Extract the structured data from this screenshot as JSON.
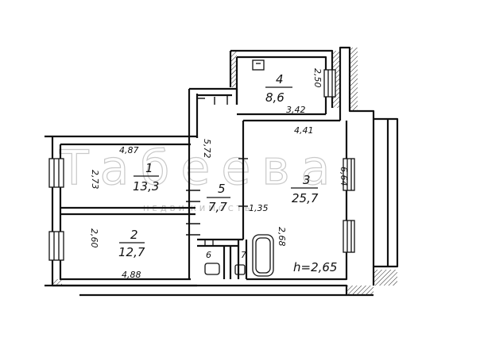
{
  "rooms": [
    {
      "number": "1",
      "area": "13,3"
    },
    {
      "number": "2",
      "area": "12,7"
    },
    {
      "number": "3",
      "area": "25,7"
    },
    {
      "number": "4",
      "area": "8,6"
    },
    {
      "number": "5",
      "area": "7,7"
    },
    {
      "number": "6",
      "area": ""
    },
    {
      "number": "7",
      "area": ""
    }
  ],
  "dimensions": {
    "r1_width": "4,87",
    "r1_depth": "2,73",
    "r2_depth": "2,60",
    "r2_width": "4,88",
    "r3_top": "4,41",
    "r3_side": "6,64",
    "r4_width": "3,42",
    "r4_depth": "2,50",
    "corridor_len": "5,72",
    "corridor_width": "1,35",
    "bath_len": "2,68"
  },
  "ceiling_height": "h=2,65",
  "watermark": {
    "brand": "Табеева",
    "sub": "НЕДВИЖИМОСТЬ"
  }
}
